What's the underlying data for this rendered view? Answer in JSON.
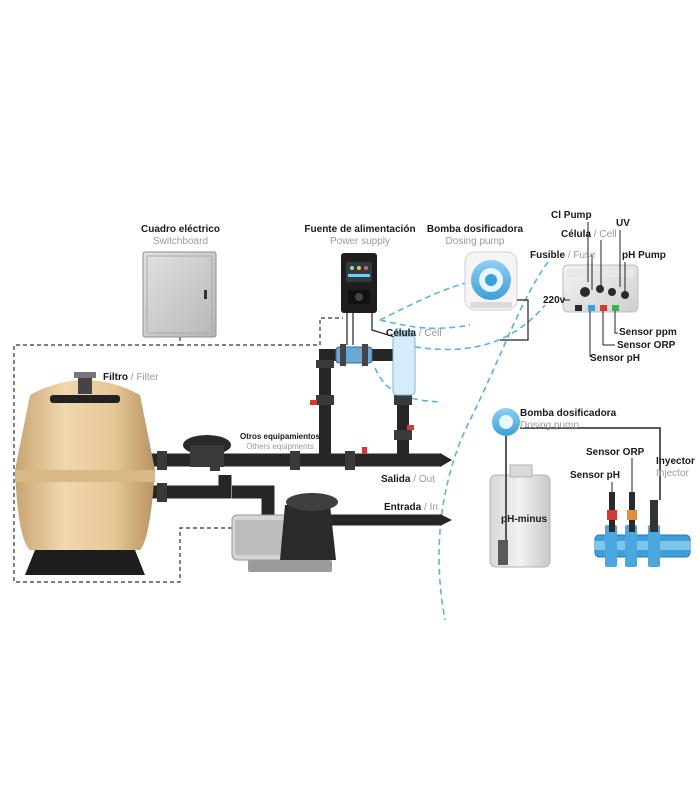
{
  "labels": {
    "switchboard": {
      "es": "Cuadro eléctrico",
      "en": "Switchboard"
    },
    "power_supply": {
      "es": "Fuente de alimentación",
      "en": "Power supply"
    },
    "dosing_pump_top": {
      "es": "Bomba dosificadora",
      "en": "Dosing pump"
    },
    "dosing_pump_mid": {
      "es": "Bomba dosificadora",
      "en": "Dosing pump"
    },
    "cl_pump": "Cl Pump",
    "celula_top": {
      "es": "Célula",
      "en": "Cell"
    },
    "uv": "UV",
    "fusible": {
      "es": "Fusible",
      "en": "Fuse"
    },
    "ph_pump": "pH Pump",
    "v220": "220v",
    "sensor_ppm": "Sensor ppm",
    "sensor_orp_top": "Sensor ORP",
    "sensor_ph_top": "Sensor pH",
    "celula_cell": {
      "es": "Célula",
      "en": "Cell"
    },
    "filtro": {
      "es": "Filtro",
      "en": "Filter"
    },
    "other_equipment": {
      "es": "Otros equipamientos",
      "en": "Others equipments"
    },
    "salida": {
      "es": "Salida",
      "en": "Out"
    },
    "entrada": {
      "es": "Entrada",
      "en": "In"
    },
    "ph_minus": "pH-minus",
    "sensor_orp_bottom": "Sensor ORP",
    "sensor_ph_bottom": "Sensor pH",
    "inyector": {
      "es": "Inyector",
      "en": "Injector"
    }
  },
  "colors": {
    "pipe": "#2b2b2b",
    "tank": "#e3c79b",
    "tank_base": "#1e1e1e",
    "accent_blue": "#4fb3e6",
    "dashed_blue": "#5ab4e2",
    "valve_red": "#d63a2f",
    "switchboard": "#c9c9c9"
  }
}
